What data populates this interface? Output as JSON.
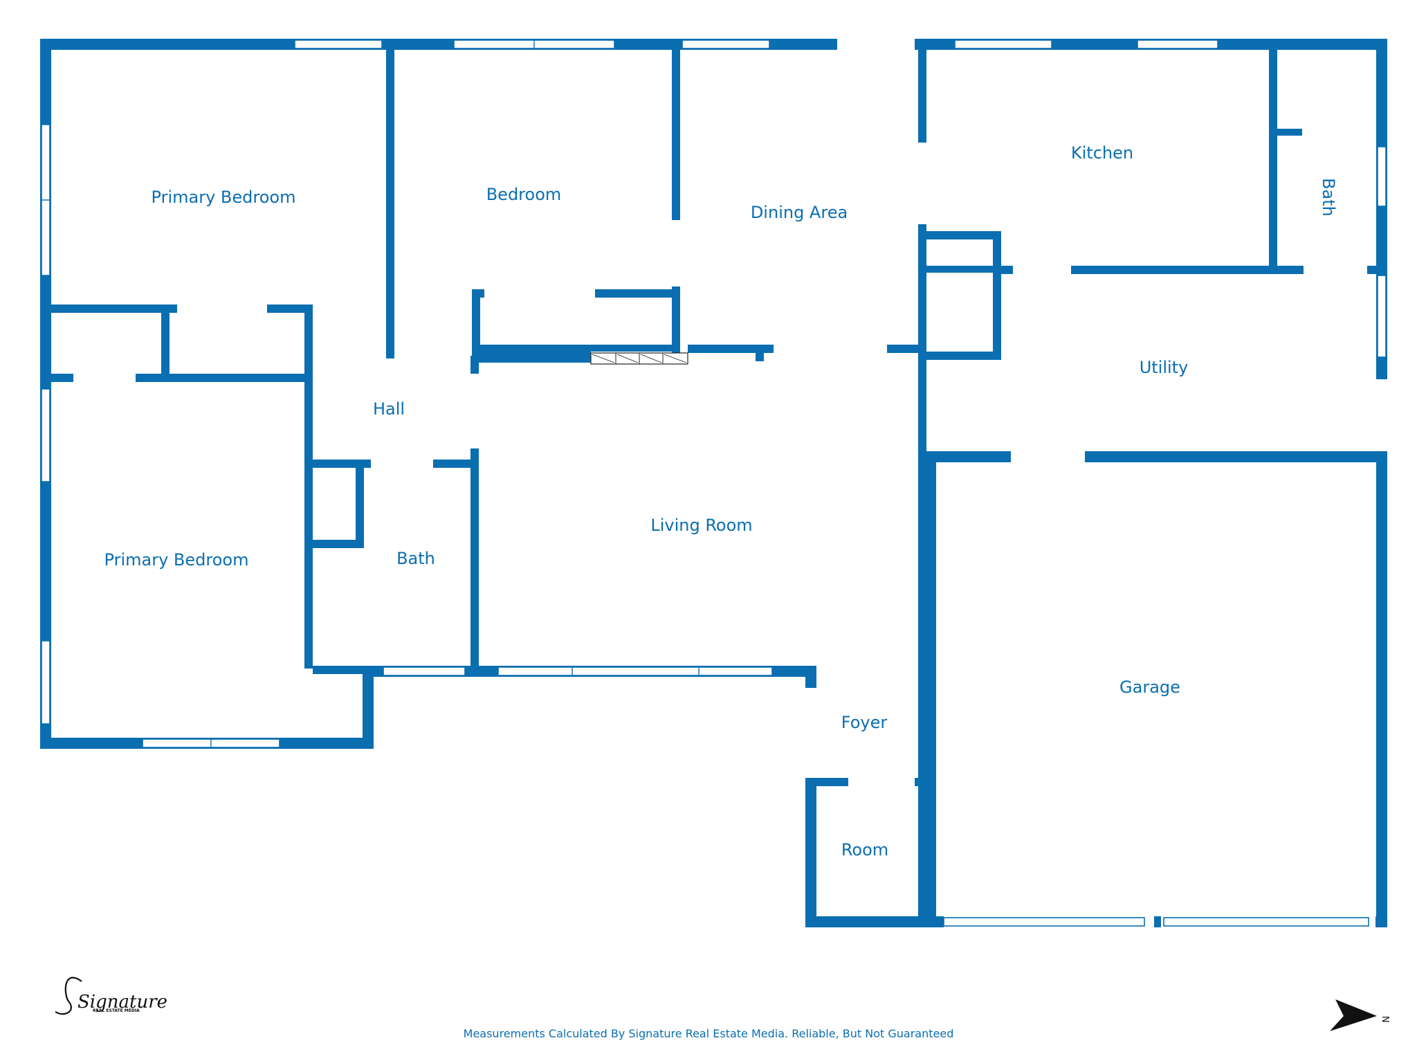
{
  "rooms": {
    "primary_bedroom_top": "Primary Bedroom",
    "bedroom": "Bedroom",
    "dining_area": "Dining Area",
    "kitchen": "Kitchen",
    "bath_right": "Bath",
    "hall": "Hall",
    "utility": "Utility",
    "primary_bedroom_bottom": "Primary Bedroom",
    "bath_center": "Bath",
    "living_room": "Living Room",
    "garage": "Garage",
    "foyer": "Foyer",
    "room": "Room"
  },
  "footer": {
    "disclaimer": "Measurements Calculated By Signature Real Estate Media. Reliable, But Not Guaranteed"
  },
  "logo": {
    "script_text": "Signature",
    "sub_text": "REAL ESTATE MEDIA"
  },
  "compass": {
    "letter": "N"
  },
  "colors": {
    "wall": "#0a6eb1",
    "background": "#ffffff"
  }
}
